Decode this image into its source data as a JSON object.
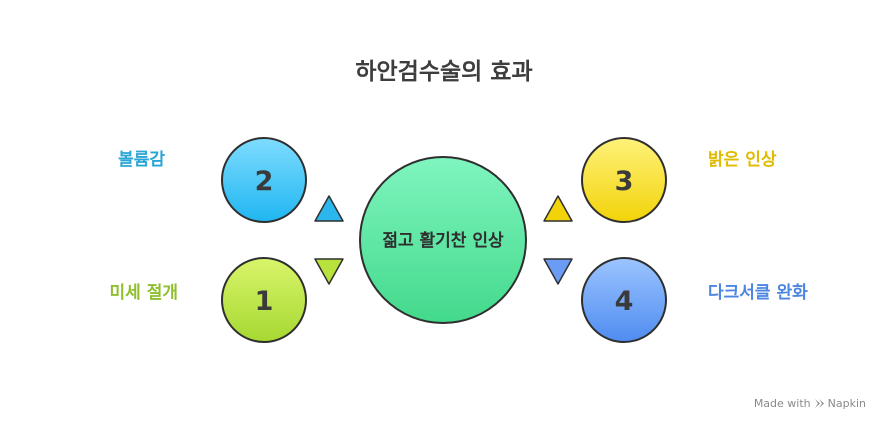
{
  "title": "하안검수술의 효과",
  "center": {
    "label": "젊고 활기찬 인상",
    "color_top": "#7ff5bf",
    "color_bottom": "#43d98b"
  },
  "items": [
    {
      "number": "1",
      "label": "미세 절개",
      "label_color": "#8fbf2e",
      "color_top": "#d9f56a",
      "color_bottom": "#a6d832"
    },
    {
      "number": "2",
      "label": "볼륨감",
      "label_color": "#2aa6d6",
      "color_top": "#7fdcff",
      "color_bottom": "#1fb6f0"
    },
    {
      "number": "3",
      "label": "밝은 인상",
      "label_color": "#e0bb00",
      "color_top": "#fff27a",
      "color_bottom": "#f2d30a"
    },
    {
      "number": "4",
      "label": "다크서클 완화",
      "label_color": "#4d86e0",
      "color_top": "#9cc4ff",
      "color_bottom": "#4f8cf0"
    }
  ],
  "watermark": {
    "prefix": "Made with",
    "brand": "Napkin"
  }
}
